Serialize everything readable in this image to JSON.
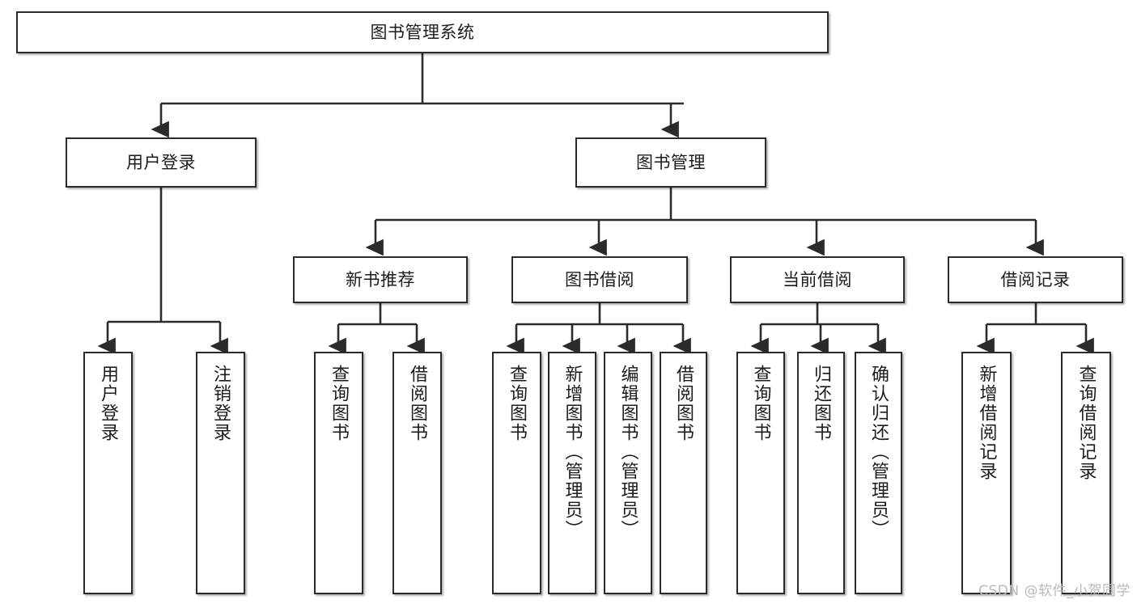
{
  "diagram": {
    "title": "图书管理系统",
    "type": "hierarchy-tree",
    "watermark": "CSDN @软件_小贺同学",
    "colors": {
      "stroke": "#2b2b2b",
      "fill": "#ffffff",
      "text": "#1c1c1c",
      "watermark": "#b9b9b9"
    },
    "nodes": {
      "root": "图书管理系统",
      "level2": [
        "用户登录",
        "图书管理"
      ],
      "level3": [
        "新书推荐",
        "图书借阅",
        "当前借阅",
        "借阅记录"
      ],
      "leaves": {
        "user_login": [
          "用户登录",
          "注销登录"
        ],
        "new_book_recommend": [
          "查询图书",
          "借阅图书"
        ],
        "book_borrow": [
          "查询图书",
          "新增图书（管理员）",
          "编辑图书（管理员）",
          "借阅图书"
        ],
        "current_borrow": [
          "查询图书",
          "归还图书",
          "确认归还（管理员）"
        ],
        "borrow_record": [
          "新增借阅记录",
          "查询借阅记录"
        ]
      }
    }
  }
}
